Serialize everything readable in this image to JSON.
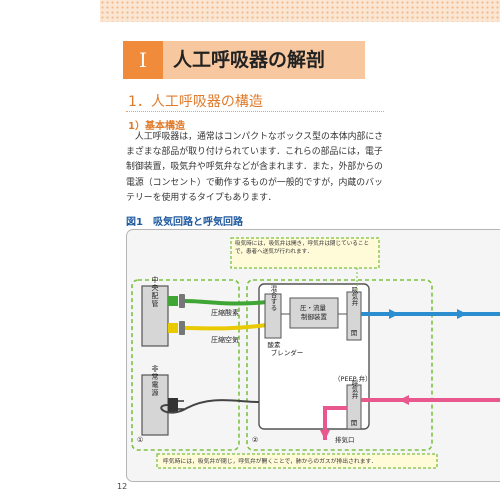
{
  "chapter": {
    "number": "I",
    "title": "人工呼吸器の解剖"
  },
  "section": {
    "title": "1．人工呼吸器の構造"
  },
  "subsection": {
    "title": "1）基本構造"
  },
  "body": {
    "paragraph": "人工呼吸器は，通常はコンパクトなボックス型の本体内部にさまざまな部品が取り付けられています．これらの部品には，電子制御装置，吸気弁や呼気弁などが含まれます．また，外部からの電源（コンセント）で動作するものが一般的ですが，内蔵のバッテリーを使用するタイプもあります．"
  },
  "figure": {
    "caption": "図1　吸気回路と呼気回路",
    "labels": {
      "central_pipe": "中央配管",
      "emergency_power": "非常電源",
      "compressed_oxygen": "圧縮酸素",
      "compressed_air": "圧縮空気",
      "mixing": "混合する",
      "pressure_flow_control": "圧・流量\n制御装置",
      "oxygen_blender": "酸素\nブレンダー",
      "inspiratory_valve": "吸気弁",
      "valve_open": "開",
      "peep_valve": "（PEEP 弁）",
      "expiratory_valve": "呼気弁",
      "exhaust_port": "排気口",
      "region_1": "①",
      "region_2": "②"
    },
    "note_inhale": "吸気時には，吸気弁は開き，呼気弁は閉じていることで，患者へ送気が行われます．",
    "note_exhale": "呼気時には，吸気弁が閉じ，呼気弁が開くことで，肺からのガスが排出されます．",
    "colors": {
      "green_line": "#3fa535",
      "yellow_line": "#e9c900",
      "blue_line": "#2d8ecf",
      "pink_line": "#e8588e",
      "dash_green": "#7cc142",
      "box_fill": "#d6d6d6",
      "note_fill": "#fffbd9"
    }
  },
  "page": {
    "number": "12"
  }
}
